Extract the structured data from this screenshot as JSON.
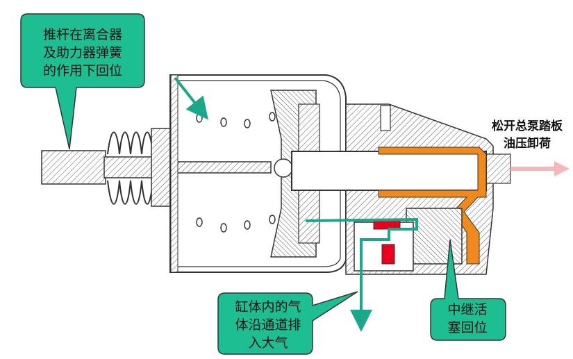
{
  "callouts": {
    "pushrod": "推杆在离合器\n及助力器弹簧\n的作用下回位",
    "exhaust": "缸体内的气\n体沿通道排\n入大气",
    "relay": "中继活\n塞回位"
  },
  "labels": {
    "release": "松开总泵踏板\n油压卸荷"
  },
  "colors": {
    "callout_fill": "#1dbf92",
    "oil": "#f08a1c",
    "air_arrow": "#1aa88a",
    "seal_red": "#e8001c",
    "outflow_arrow": "#f5b8b8",
    "line": "#333333",
    "hatch": "#555555"
  }
}
